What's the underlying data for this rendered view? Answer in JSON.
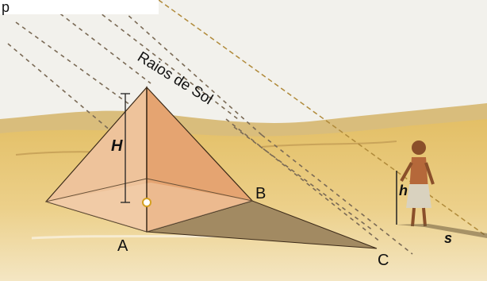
{
  "diagram": {
    "ray_label": "Raios de Sol",
    "height_label": "H",
    "person_height_label": "h",
    "shadow_label": "s",
    "point_a": "A",
    "point_b": "B",
    "point_c": "C",
    "top_text_fragment": "p"
  },
  "colors": {
    "sky": "#f2f1ec",
    "sand": "#e7c571",
    "sand_light": "#efd99a",
    "pyramid_left": "#eec39b",
    "pyramid_right": "#e5a471",
    "pyramid_front": "#f3d4b3",
    "shadow": "#a28a62",
    "ray": "#7a6a55",
    "edge": "#3c2a18"
  }
}
